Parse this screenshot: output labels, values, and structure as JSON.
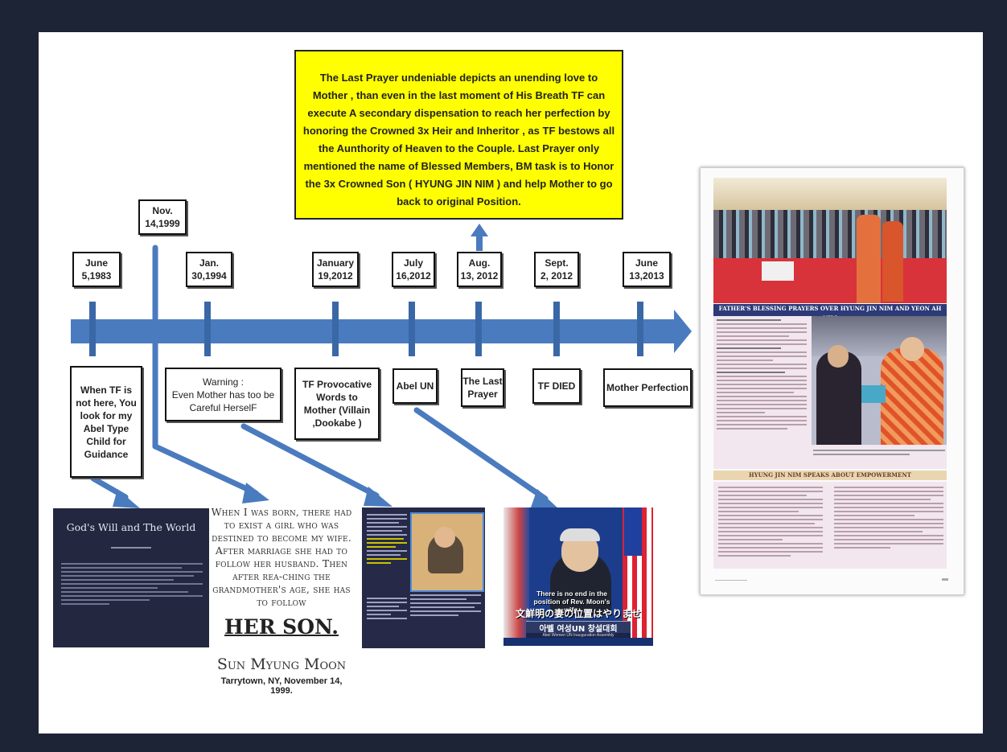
{
  "note": "The Last Prayer undeniable depicts an unending love to Mother , than even in the last moment of His Breath TF can execute A secondary dispensation  to reach her perfection by honoring the Crowned 3x Heir and Inheritor , as TF bestows all the Aunthority of Heaven to the Couple. Last Prayer only mentioned the name of Blessed Members, BM task is  to Honor the 3x Crowned Son              ( HYUNG JIN NIM ) and help Mother to go back to original Position.",
  "dates": [
    "June\n5,1983",
    "Nov.\n14,1999",
    "Jan.\n30,1994",
    "January\n19,2012",
    "July\n16,2012",
    "Aug.\n13, 2012",
    "Sept.\n2, 2012",
    "June\n13,2013"
  ],
  "events": [
    "When TF is not here, You look for my  Abel Type Child for Guidance",
    "Warning :\nEven Mother has too be Careful HerselF",
    "TF Provocative Words to Mother (Villain ,Dookabe )",
    "Abel UN",
    "The Last Prayer",
    "TF DIED",
    "Mother Perfection"
  ],
  "slide_panel": {
    "title": "God's Will and The World"
  },
  "quote": {
    "text": "When I was born, there had to exist a girl who was destined to become my wife. After marriage she had to follow her husband. Then after rea-ching the grandmother's age, she has to follow",
    "emphasis": "HER SON.",
    "author": "Sun Myung Moon",
    "place": "Tarrytown, NY, November 14, 1999."
  },
  "video": {
    "caption_en": "There is no end in the position of Rev. Moon's wife.",
    "caption_jp": "文鮮明の妻の位置はやりません",
    "caption_kr": "아벨 여성UN 창설대회",
    "caption_small": "Abel Women UN Inauguration Assembly"
  },
  "newspaper": {
    "headline": "FATHER'S BLESSING PRAYERS OVER HYUNG JIN NIM AND YEON AH NIM",
    "subhead": "HYUNG JIN NIM SPEAKS ABOUT EMPOWERMENT"
  },
  "colors": {
    "arrow": "#4a7bbf",
    "note_bg": "#ffff00",
    "background": "#1d2436"
  }
}
